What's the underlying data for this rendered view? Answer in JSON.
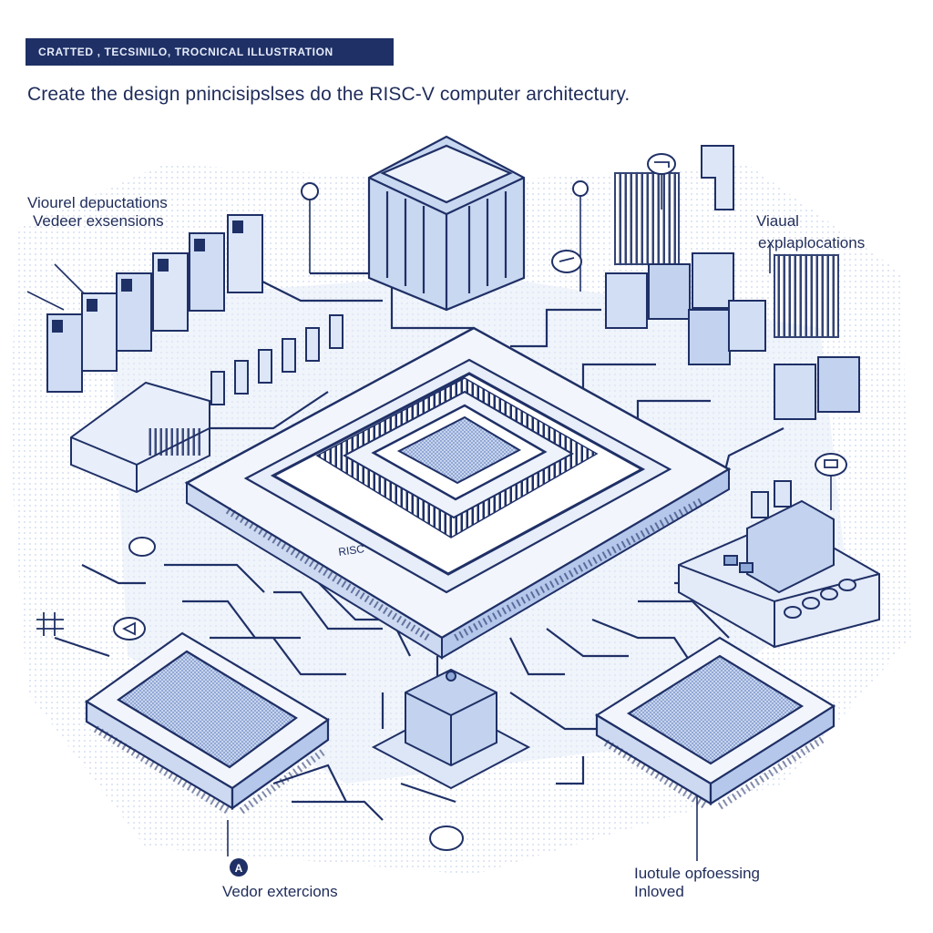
{
  "banner": {
    "text": "CRATTED , TECSINILO, TROCNICAL ILLUSTRATION"
  },
  "headline": {
    "text": "Create the design pnincisipslses do the RISC-V computer architectury."
  },
  "labels": {
    "top_left_line1": "Viourel depuctations",
    "top_left_line2": "Vedeer exsensions",
    "right_line1": "Viaual",
    "right_line2": "explaplocations",
    "bottom_left": "Vedor extercions",
    "bottom_right_line1": "Iuotule opfoessing",
    "bottom_right_line2": "Inloved"
  },
  "chip_label": "RISC",
  "marker_a": "A",
  "colors": {
    "ink": "#1f3066",
    "fill_light": "#dce6f7",
    "fill_mid": "#b9cceb",
    "fill_dark": "#8ea9d8",
    "board": "#eef2fa"
  }
}
